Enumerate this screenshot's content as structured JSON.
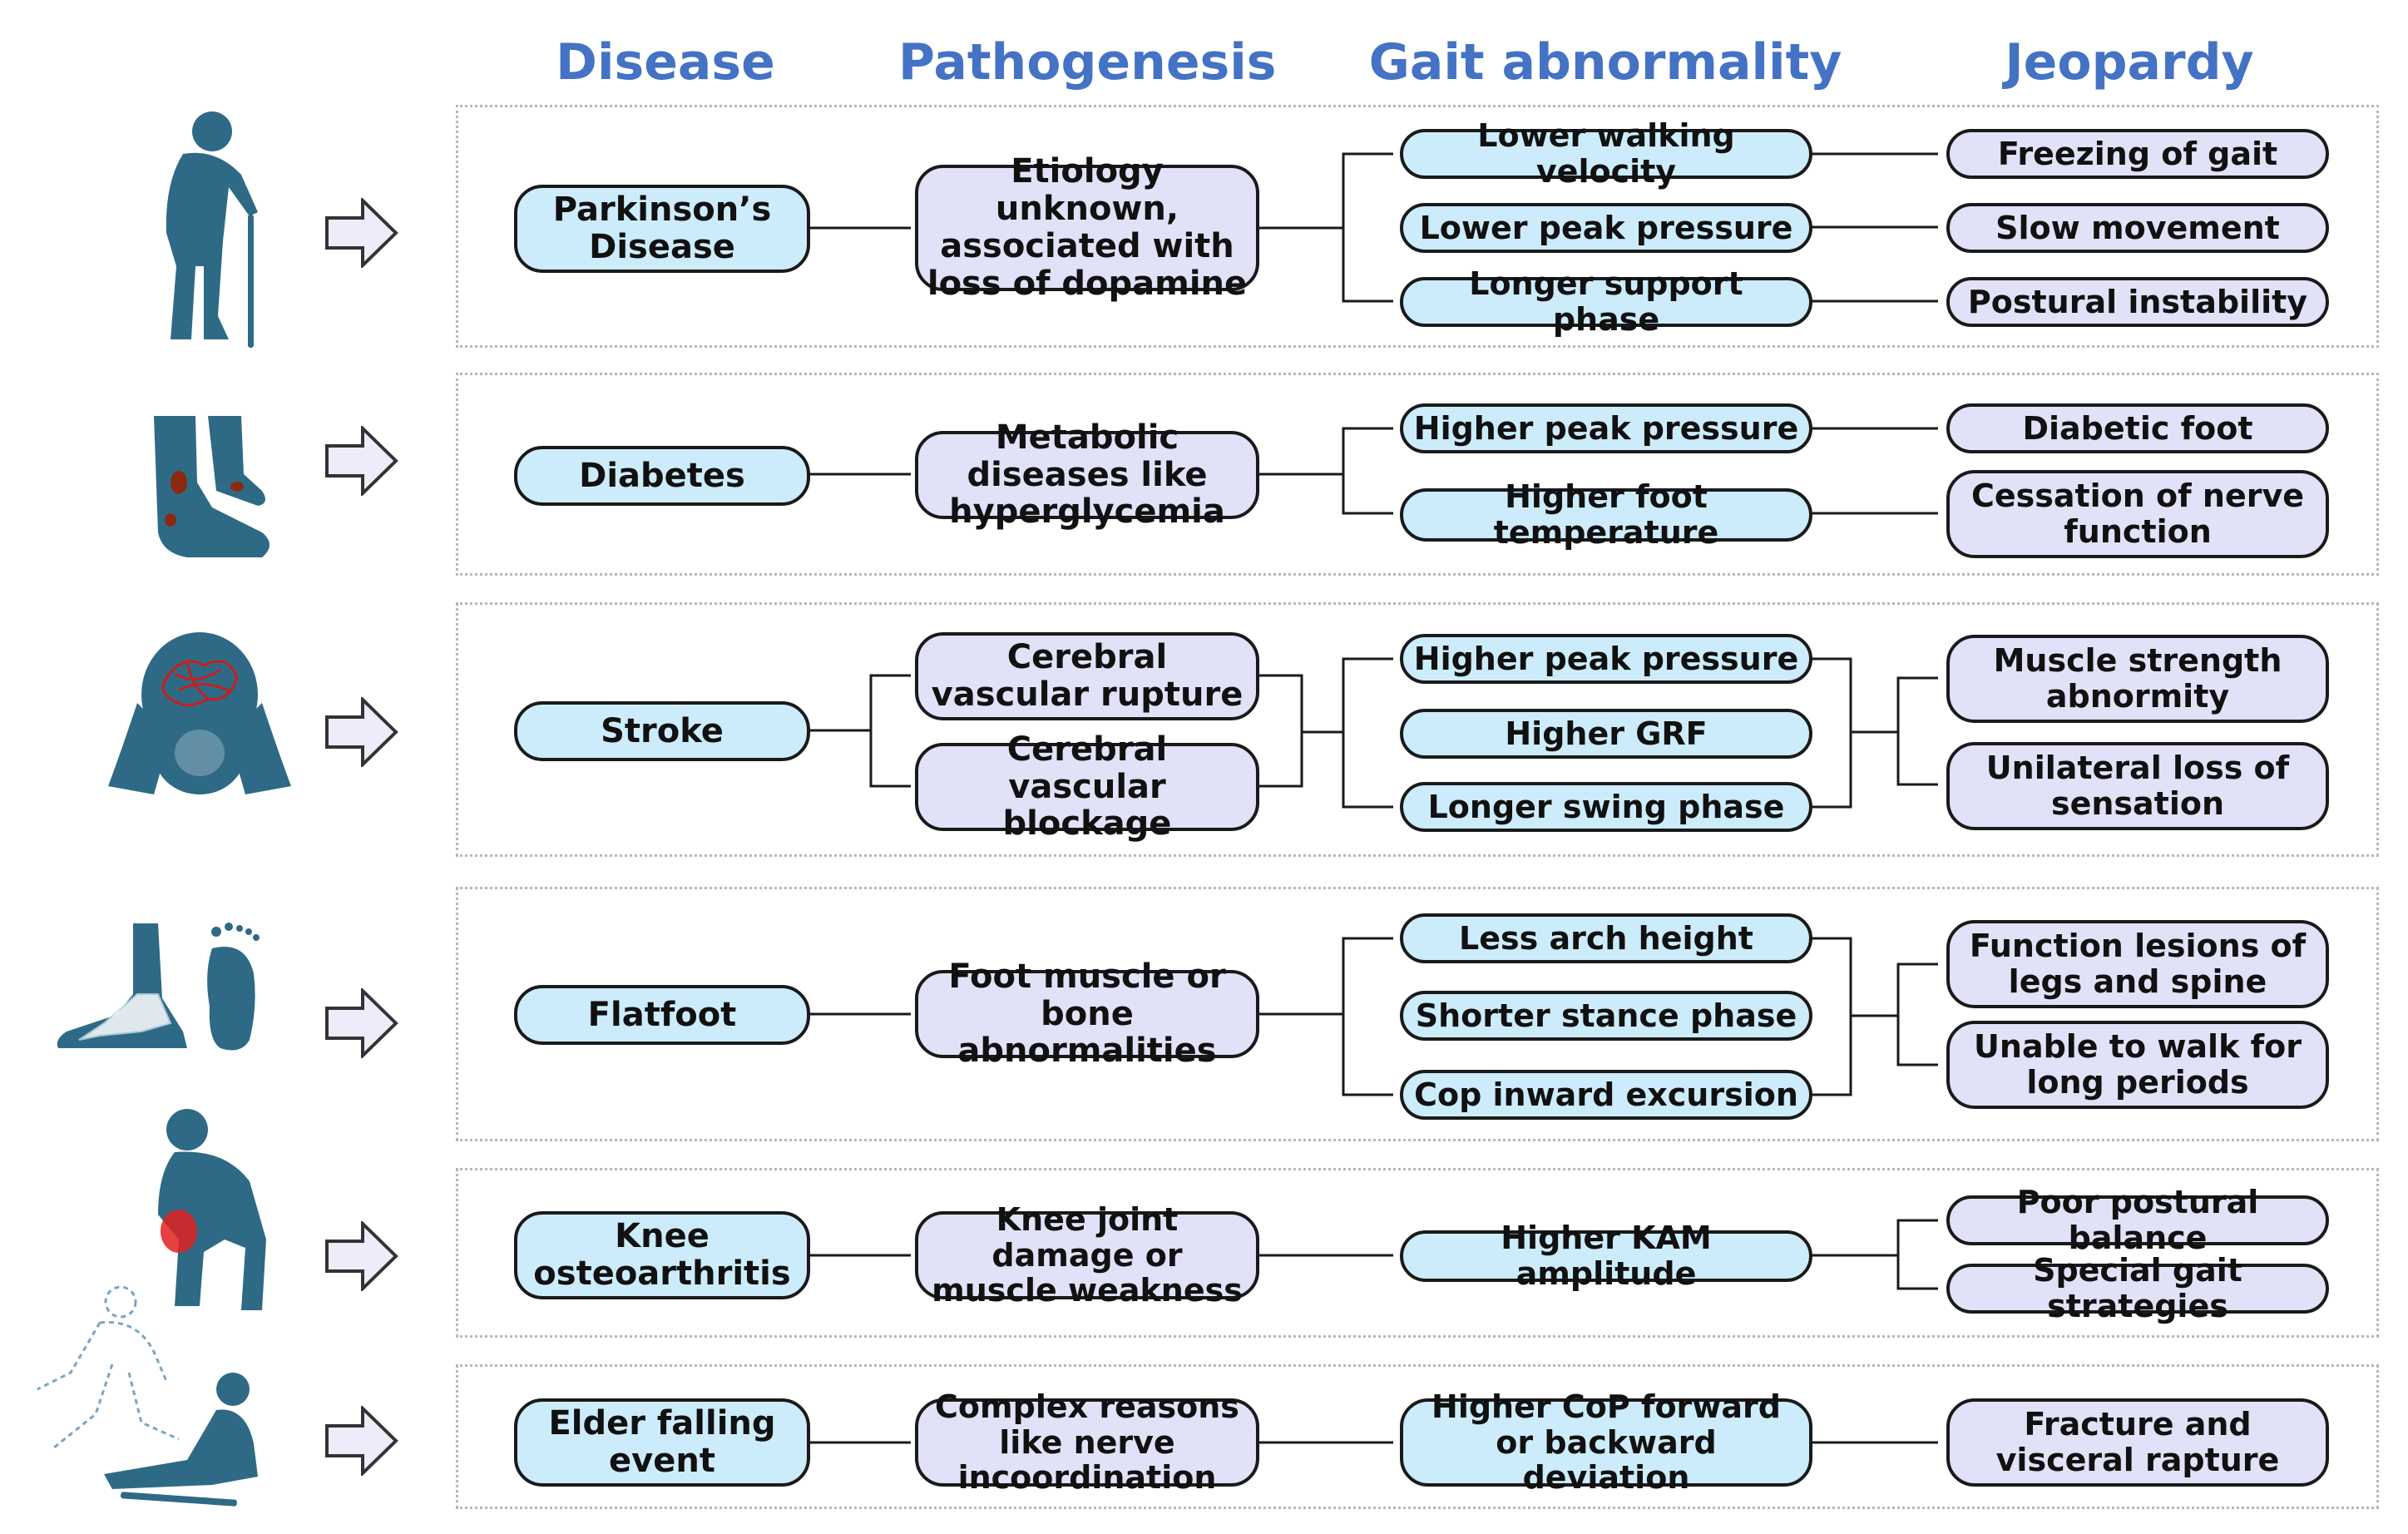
{
  "headers": [
    "Disease",
    "Pathogenesis",
    "Gait abnormality",
    "Jeopardy"
  ],
  "rows": [
    {
      "disease": "Parkinson’s Disease",
      "pathogenesis": [
        "Etiology unknown, associated with loss of dopamine"
      ],
      "gait": [
        "Lower walking velocity",
        "Lower peak pressure",
        "Longer support phase"
      ],
      "jeopardy": [
        "Freezing of gait",
        "Slow movement",
        "Postural instability"
      ]
    },
    {
      "disease": "Diabetes",
      "pathogenesis": [
        "Metabolic diseases like hyperglycemia"
      ],
      "gait": [
        "Higher peak pressure",
        "Higher foot temperature"
      ],
      "jeopardy": [
        "Diabetic foot",
        "Cessation of nerve function"
      ]
    },
    {
      "disease": "Stroke",
      "pathogenesis": [
        "Cerebral vascular rupture",
        "Cerebral vascular blockage"
      ],
      "gait": [
        "Higher peak pressure",
        "Higher GRF",
        "Longer swing phase"
      ],
      "jeopardy": [
        "Muscle strength abnormity",
        "Unilateral loss of sensation"
      ]
    },
    {
      "disease": "Flatfoot",
      "pathogenesis": [
        "Foot muscle or bone abnormalities"
      ],
      "gait": [
        "Less arch height",
        "Shorter stance phase",
        "Cop inward excursion"
      ],
      "jeopardy": [
        "Function lesions of legs and spine",
        "Unable to walk for long periods"
      ]
    },
    {
      "disease": "Knee osteoarthritis",
      "pathogenesis": [
        "Knee joint damage or muscle weakness"
      ],
      "gait": [
        "Higher KAM amplitude"
      ],
      "jeopardy": [
        "Poor postural balance",
        "Special gait strategies"
      ]
    },
    {
      "disease": "Elder falling event",
      "pathogenesis": [
        "Complex reasons like nerve incoordination"
      ],
      "gait": [
        "Higher CoP forward or backward deviation"
      ],
      "jeopardy": [
        "Fracture and visceral rapture"
      ]
    }
  ],
  "colors": {
    "header": "#4472c4",
    "disease_fill": "#ccecfb",
    "gait_fill": "#ccecfb",
    "pathogenesis_fill": "#e1e1f7",
    "jeopardy_fill": "#e1e1f7",
    "icon": "#2e6a85",
    "arrow_fill": "#ececfa"
  },
  "icons": [
    "elderly-person-with-cane-icon",
    "diabetic-foot-icon",
    "headache-brain-icon",
    "flatfoot-icon",
    "knee-pain-icon",
    "falling-elder-icon"
  ]
}
